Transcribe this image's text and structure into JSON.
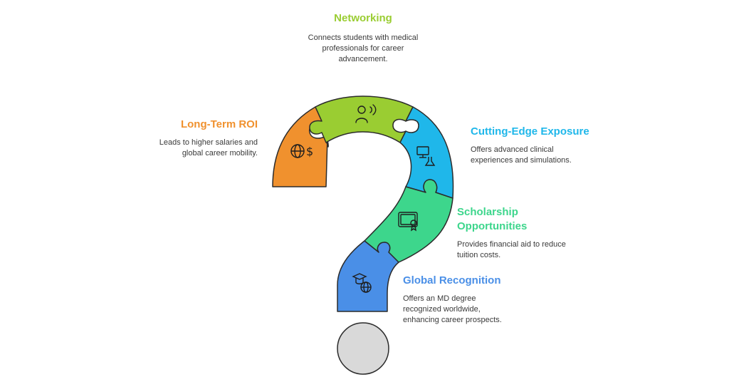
{
  "colors": {
    "networking": "#9ACD32",
    "roi": "#F0912E",
    "exposure": "#1FB7EA",
    "scholarship": "#3DD68C",
    "global": "#4A8FE7",
    "dot": "#D9D9D9",
    "outline": "#2b2b2b"
  },
  "icons": {
    "networking": "networking-person-icon",
    "roi": "globe-dollar-icon",
    "exposure": "computer-lab-icon",
    "scholarship": "certificate-icon",
    "global": "graduate-globe-icon"
  },
  "items": {
    "networking": {
      "title": "Networking",
      "desc": [
        "Connects students with medical",
        "professionals for career",
        "advancement."
      ]
    },
    "roi": {
      "title": "Long-Term ROI",
      "desc": [
        "Leads to higher salaries and",
        "global career mobility."
      ]
    },
    "exposure": {
      "title": "Cutting-Edge Exposure",
      "desc": [
        "Offers advanced clinical",
        "experiences and simulations."
      ]
    },
    "scholarship": {
      "title": [
        "Scholarship",
        "Opportunities"
      ],
      "desc": [
        "Provides financial aid to reduce",
        "tuition costs."
      ]
    },
    "global": {
      "title": "Global Recognition",
      "desc": [
        "Offers an MD degree",
        "recognized worldwide,",
        "enhancing career prospects."
      ]
    }
  }
}
